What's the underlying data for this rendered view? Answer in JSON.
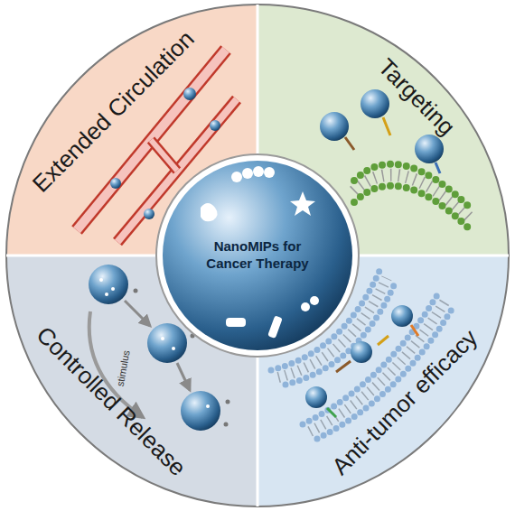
{
  "diagram": {
    "nodes": [
      {
        "text": [
          "Extended Circulation"
        ]
      },
      {
        "text": [
          "Targeting"
        ]
      },
      {
        "text": [
          "NanoMIPs for Cancer Therapy"
        ]
      },
      {
        "text": [
          "Controlled Release"
        ]
      },
      {
        "text": [
          "Anti-tumor efficacy"
        ]
      }
    ],
    "labels": [
      "stimulus"
    ]
  }
}
